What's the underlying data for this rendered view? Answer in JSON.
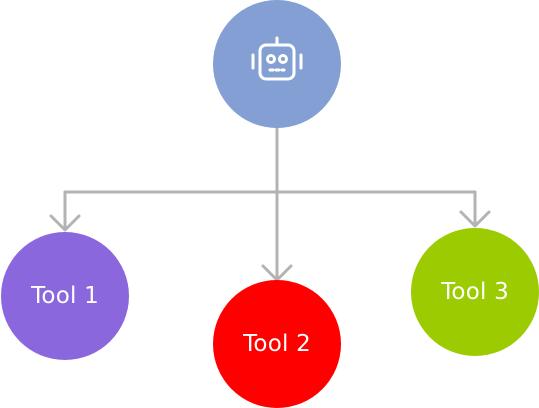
{
  "agent": {
    "icon": "robot-icon",
    "color": "#839fd4"
  },
  "tools": [
    {
      "label": "Tool 1",
      "color": "#8b67dd"
    },
    {
      "label": "Tool 2",
      "color": "#ff0000"
    },
    {
      "label": "Tool 3",
      "color": "#9bcb00"
    }
  ],
  "connector_color": "#b3b3b3"
}
